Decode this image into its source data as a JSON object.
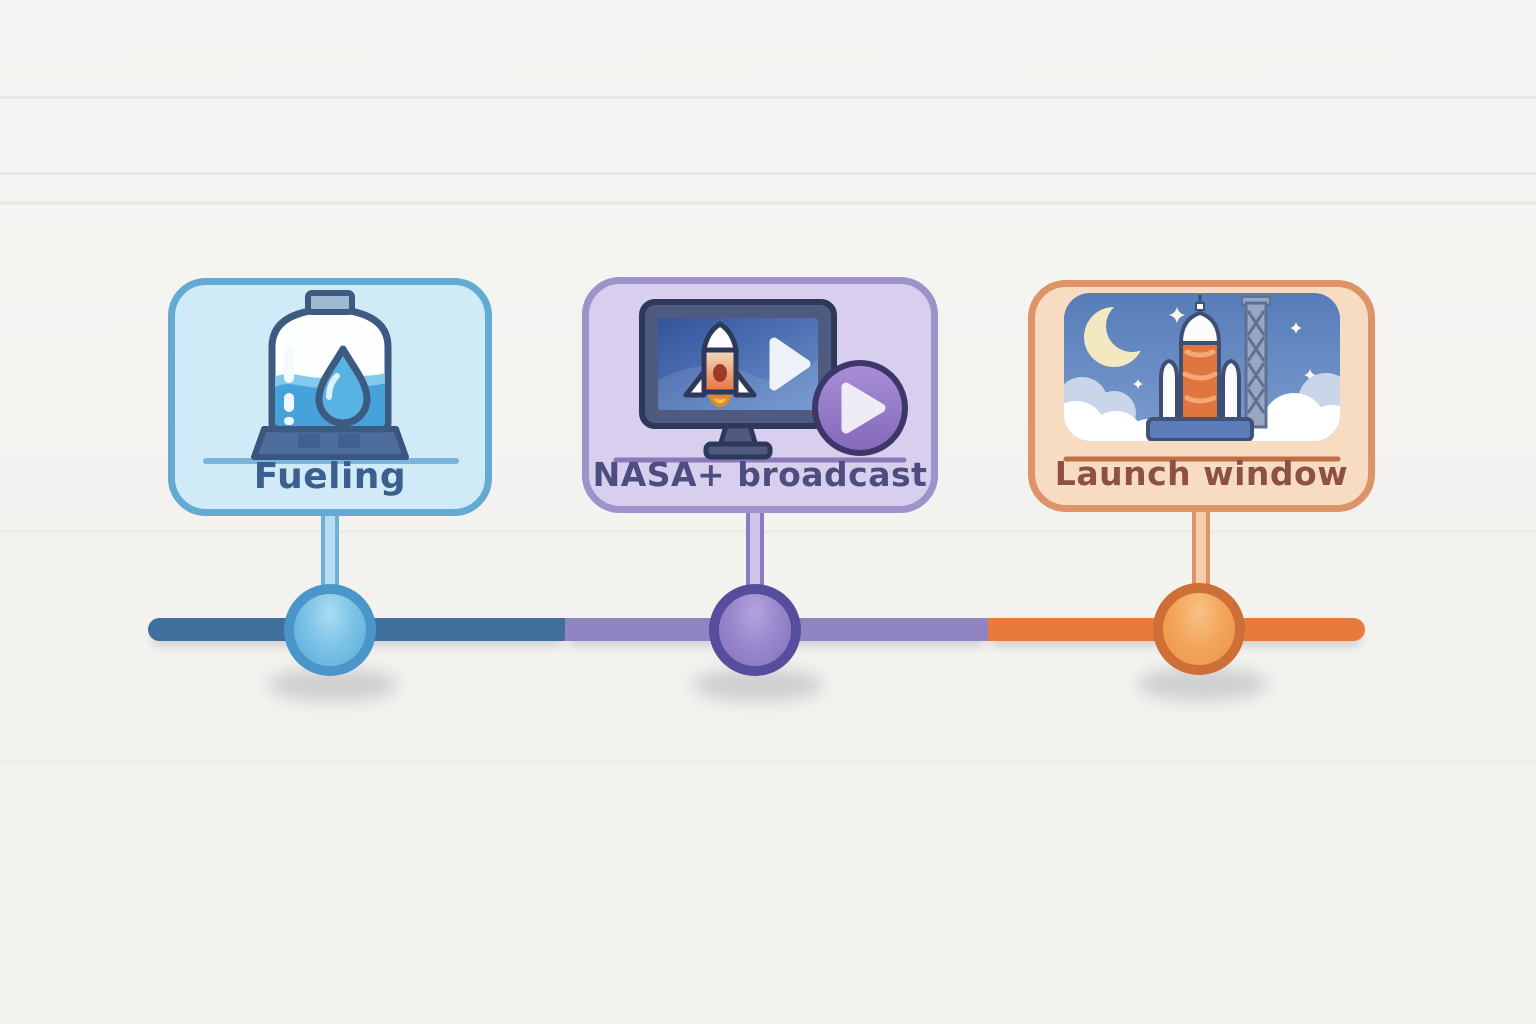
{
  "canvas": {
    "background": "#f3f2ef",
    "description": "Three-stage launch-day timeline infographic"
  },
  "timeline": {
    "stages": [
      {
        "label": "Fueling",
        "icon": "fuel-tank-icon",
        "colors": {
          "card_bg": "#d0eaf7",
          "card_border": "#63abd3",
          "label": "#3b5f8e",
          "segment": "#3f6f9d",
          "node_ring": "#4a96c8",
          "node_fill": "#7cc2e6"
        }
      },
      {
        "label": "NASA+ broadcast",
        "icon": "broadcast-player-icon",
        "colors": {
          "card_bg": "#d8cfee",
          "card_border": "#9d92ca",
          "label": "#4d4d80",
          "segment": "#9184c2",
          "node_ring": "#564d9d",
          "node_fill": "#9887cc"
        }
      },
      {
        "label": "Launch window",
        "icon": "night-launch-pad-icon",
        "colors": {
          "card_bg": "#f8dcc2",
          "card_border": "#dd9468",
          "label": "#8d5144",
          "segment": "#e87a3d",
          "node_ring": "#cd6f36",
          "node_fill": "#f3a55c"
        }
      }
    ]
  }
}
